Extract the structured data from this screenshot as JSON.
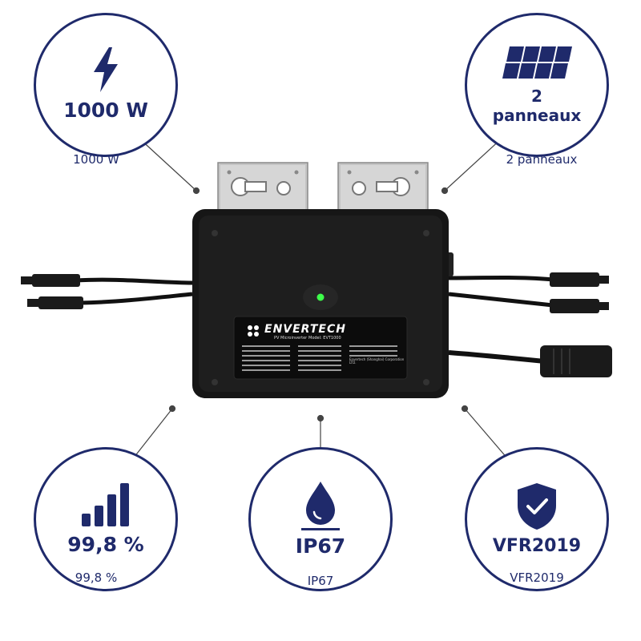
{
  "colors": {
    "navy": "#1f2a6b",
    "housing": "#161616",
    "bracket": "#c9c9c9",
    "led": "#3dff4a"
  },
  "features": {
    "power": {
      "icon": "lightning-icon",
      "value": "1000 W",
      "caption": "1000 W"
    },
    "panels": {
      "icon": "solar-panel-icon",
      "value_line1": "2",
      "value_line2": "panneaux",
      "caption": "2 panneaux"
    },
    "efficiency": {
      "icon": "signal-bars-icon",
      "value": "99,8 %",
      "caption": "99,8 %"
    },
    "protection": {
      "icon": "water-drop-icon",
      "value": "IP67",
      "caption": "IP67"
    },
    "certification": {
      "icon": "shield-check-icon",
      "value": "VFR2019",
      "caption": "VFR2019"
    }
  },
  "product": {
    "brand": "ENVERTECH",
    "subtitle": "PV Microinverter",
    "model": "Model: EVT1000",
    "manufacturer": "Envertech (Shanghai) Corporation LTD."
  }
}
